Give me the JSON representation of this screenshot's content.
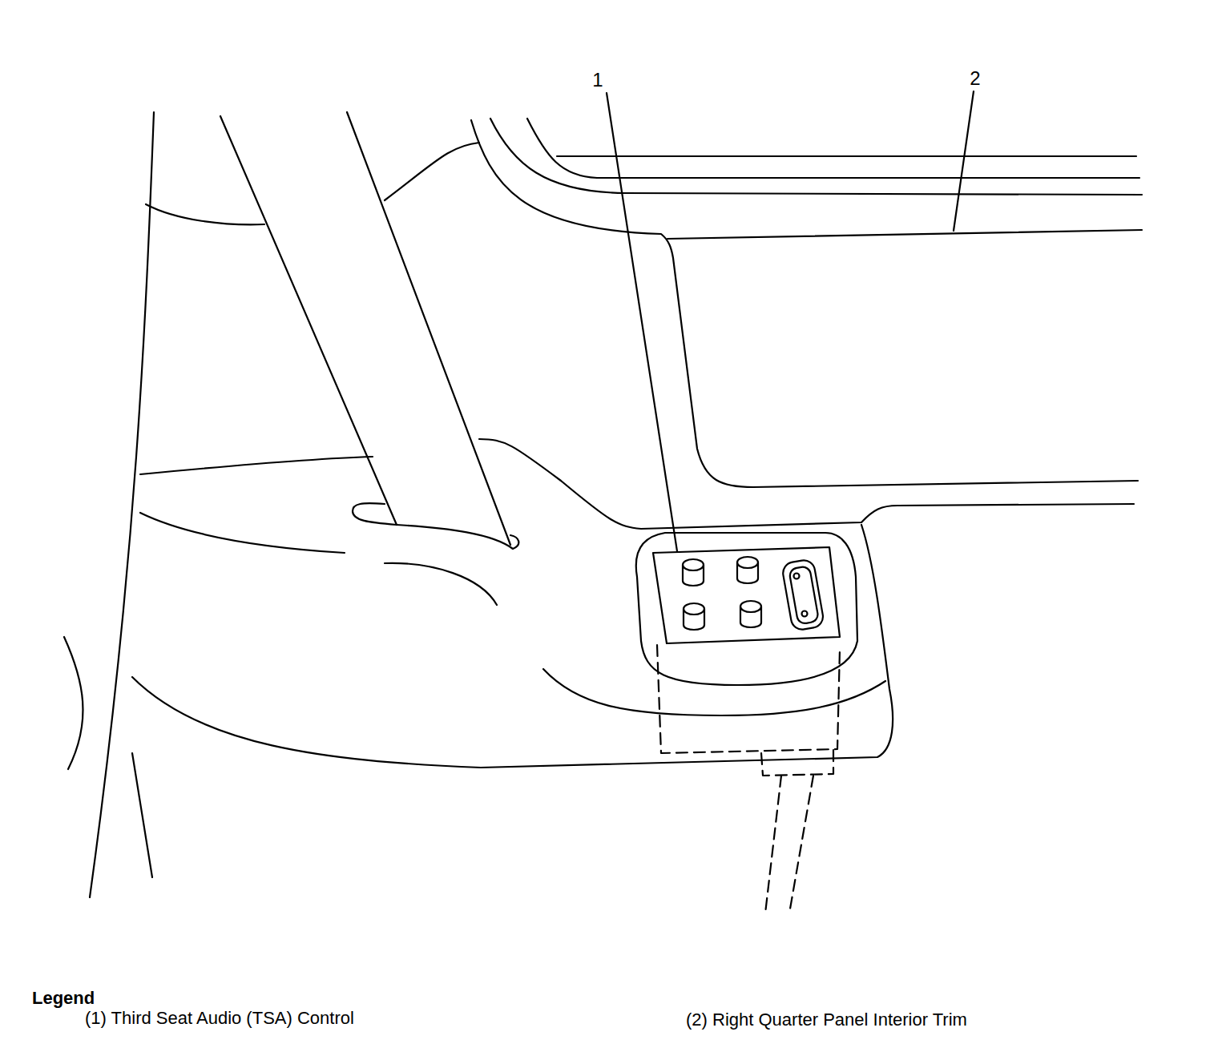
{
  "diagram": {
    "labels": [
      "1",
      "2",
      "Legend"
    ],
    "legend": [
      {
        "text": "(1) Third Seat Audio (TSA) Control"
      },
      {
        "text": "(2) Right Quarter Panel Interior Trim"
      }
    ]
  }
}
